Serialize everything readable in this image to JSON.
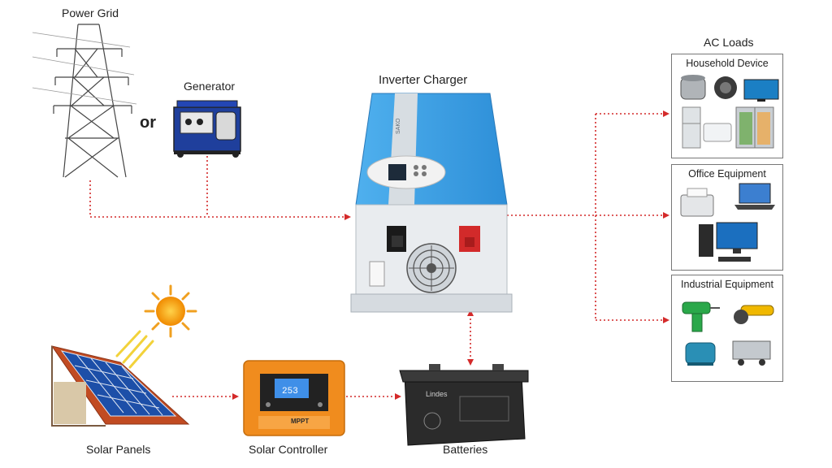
{
  "labels": {
    "power_grid": "Power Grid",
    "generator": "Generator",
    "or": "or",
    "inverter_charger": "Inverter Charger",
    "ac_loads": "AC Loads",
    "solar_panels": "Solar Panels",
    "solar_controller": "Solar Controller",
    "batteries": "Batteries"
  },
  "load_groups": [
    {
      "title": "Household Device"
    },
    {
      "title": "Office Equipment"
    },
    {
      "title": "Industrial Equipment"
    }
  ],
  "device_text": {
    "controller_brand": "MPPT",
    "controller_display": "253",
    "inverter_brand": "SAKO",
    "battery_brand": "Lindes"
  },
  "colors": {
    "arrow": "#d42a2a",
    "inverter_blue": "#3a9be0",
    "controller_orange": "#f08c1e",
    "battery_body": "#2b2b2b"
  }
}
